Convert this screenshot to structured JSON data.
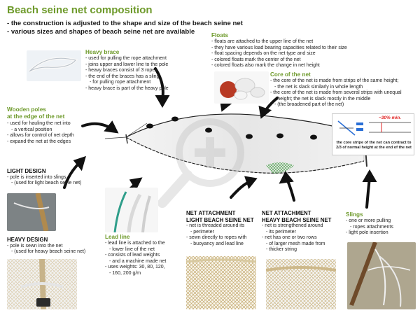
{
  "title": "Beach seine net composition",
  "intro": [
    "- the construction is adjusted to the shape and size of the beach seine net",
    "- various sizes and shapes of beach seine net are available"
  ],
  "heavy_brace": {
    "heading": "Heavy brace",
    "items": [
      "used for pulling the rope attachment",
      "joins upper and lower line to the pole",
      "heavy braces consist of 3 ropes",
      "the end of the braces has a sling",
      "for pulling rope attachment",
      "heavy brace is part of the heavy pole"
    ]
  },
  "floats": {
    "heading": "Floats",
    "items": [
      "floats are attached to the upper line of the net",
      "they have various load bearing capacities related to their size",
      "float spacing depends on the net type and size",
      "colored floats mark the center of the net",
      "colored floats also mark the change in net height"
    ]
  },
  "core": {
    "heading": "Core of the net",
    "items": [
      "the core of the net is made from strips of the same height;",
      "the net is slack similarly in whole length",
      "the core of the net is made from several strips with unequal",
      "height; the net is slack mostly in the middle",
      "(the broadened part of the net)"
    ],
    "inset_label": "~30% min.",
    "inset_caption": "the core stripe of the net can contract to 2/3 of normal height at the end of the net"
  },
  "wooden_poles": {
    "heading_line1": "Wooden poles",
    "heading_line2": "at the edge of the net",
    "items": [
      "used for hauling the net into",
      "a vertical position",
      "allows for control of net depth",
      "expand the net at the edges"
    ]
  },
  "light_design": {
    "heading": "LIGHT DESIGN",
    "items": [
      "pole is inserted into slings",
      "(used for light beach seine net)"
    ]
  },
  "heavy_design": {
    "heading": "HEAVY DESIGN",
    "items": [
      "pole is sewn into the net",
      "(used for heavy beach seine net)"
    ]
  },
  "lead_line": {
    "heading": "Lead line",
    "items": [
      "lead line is attached to the",
      "lower line of the net",
      "consists of lead weights",
      "and a machine made net",
      "uses weights: 30, 80, 120,",
      "160, 200 g/m"
    ]
  },
  "net_light": {
    "heading_line1": "NET ATTACHMENT",
    "heading_line2": "LIGHT BEACH SEINE NET",
    "items": [
      "net is threaded around its",
      "perimeter",
      "sewn directly to ropes with",
      "buoyancy and lead line"
    ]
  },
  "net_heavy": {
    "heading_line1": "NET ATTACHMENT",
    "heading_line2": "HEAVY BEACH SEINE NET",
    "items": [
      "net is strengthened around",
      "its perimeter",
      "net has one or two rows",
      "of larger mesh made from",
      "thicker string"
    ]
  },
  "slings": {
    "heading": "Slings",
    "items": [
      "one or more pulling",
      "ropes attachments",
      "light pole insertion"
    ]
  },
  "colors": {
    "accent_green": "#6e9a2b",
    "inset_red": "#e02020",
    "inset_blue": "#2a6fd6"
  }
}
